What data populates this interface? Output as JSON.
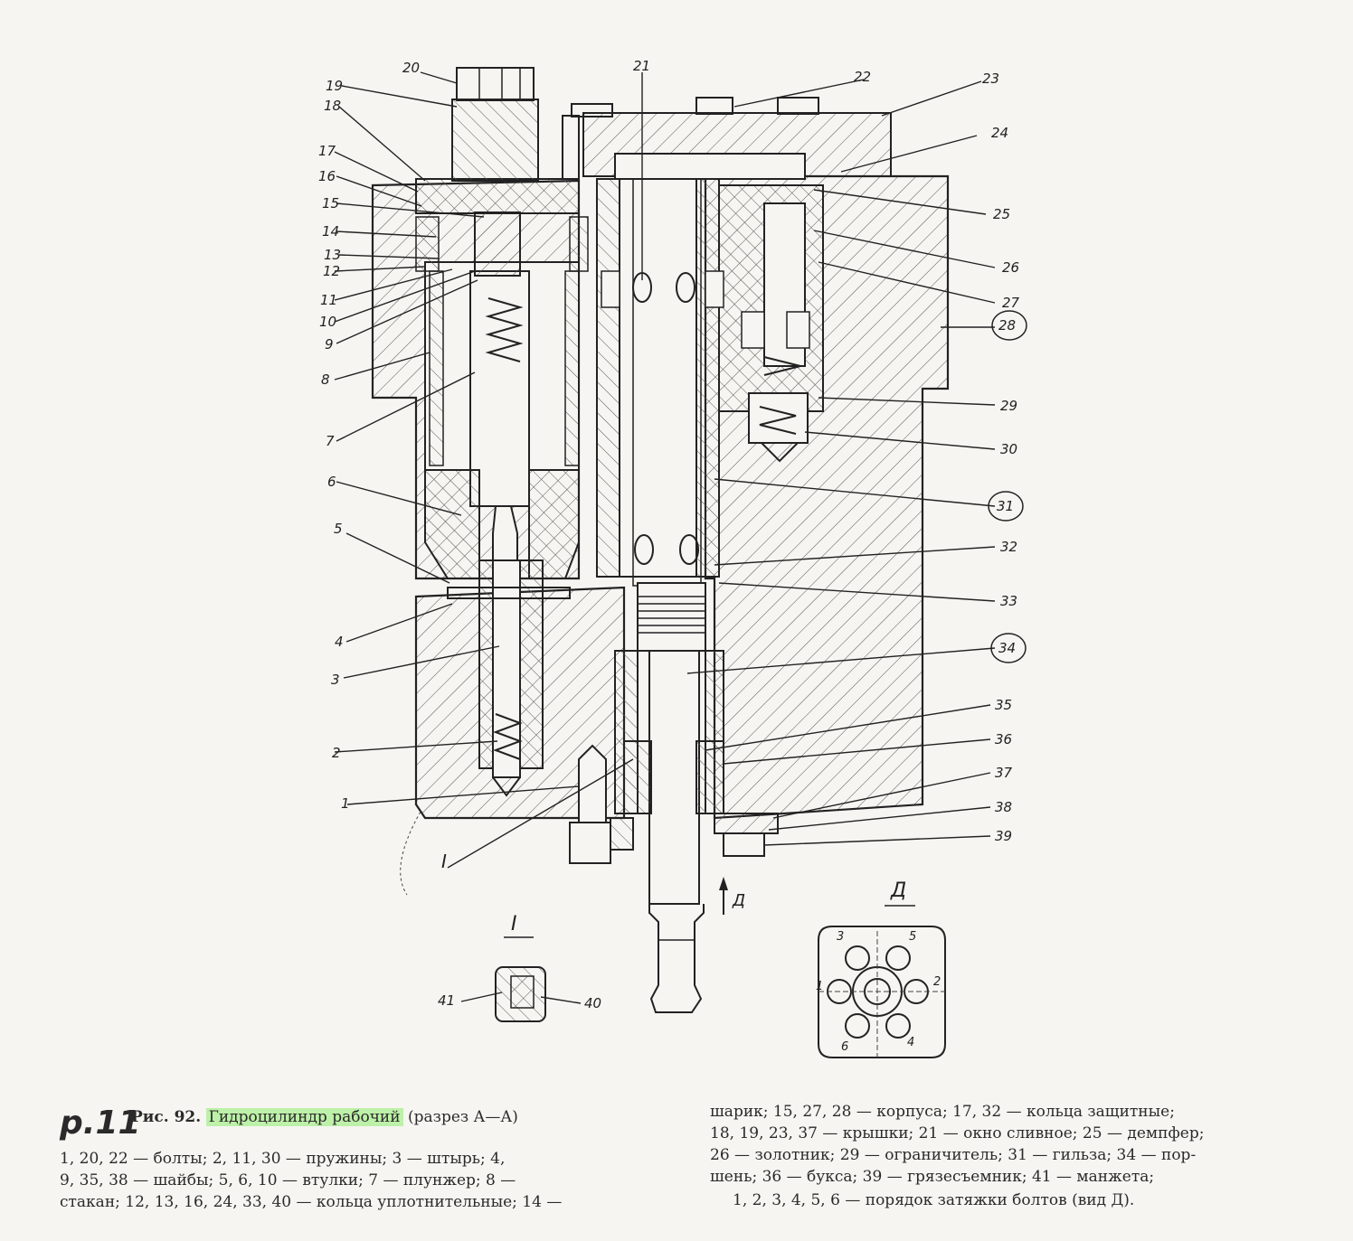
{
  "figure": {
    "page_mark": "p.11",
    "caption_prefix": "Рис. 92.",
    "caption_title": "Гидроцилиндр рабочий",
    "caption_suffix": "(разрез А—А)",
    "legend_left": [
      "1, 20, 22 — болты; 2, 11, 30 — пружины; 3 — штырь; 4,",
      "9, 35, 38  — шайбы; 5, 6, 10 — втулки; 7 — плунжер; 8 —",
      "стакан; 12, 13, 16, 24, 33, 40 — кольца уплотнительные; 14 —"
    ],
    "legend_right": [
      "шарик; 15, 27, 28 — корпуса; 17, 32 — кольца  защитные;",
      "18, 19, 23, 37 — крышки; 21 — окно сливное; 25 — демпфер;",
      "26 — золотник; 29 — ограничитель; 31 — гильза; 34 — пор-",
      "шень; 36 — букса; 39 — грязесъемник; 41 — манжета;",
      "1, 2, 3, 4, 5, 6 — порядок затяжки болтов (вид Д)."
    ]
  },
  "callouts_left": [
    "20",
    "19",
    "18",
    "17",
    "16",
    "15",
    "14",
    "13",
    "12",
    "11",
    "10",
    "9",
    "8",
    "7",
    "6",
    "5",
    "4",
    "3",
    "2",
    "1",
    "I"
  ],
  "callouts_top": [
    "21",
    "22"
  ],
  "callouts_right": [
    "23",
    "24",
    "25",
    "26",
    "27",
    "28",
    "29",
    "30",
    "31",
    "32",
    "33",
    "34",
    "35",
    "36",
    "37",
    "38",
    "39"
  ],
  "detail_I": {
    "title": "I",
    "labels": [
      "41",
      "40"
    ]
  },
  "view_D": {
    "title": "Д",
    "arrow_label": "Д",
    "bolt_order": [
      "3",
      "5",
      "1",
      "2",
      "6",
      "4"
    ]
  }
}
